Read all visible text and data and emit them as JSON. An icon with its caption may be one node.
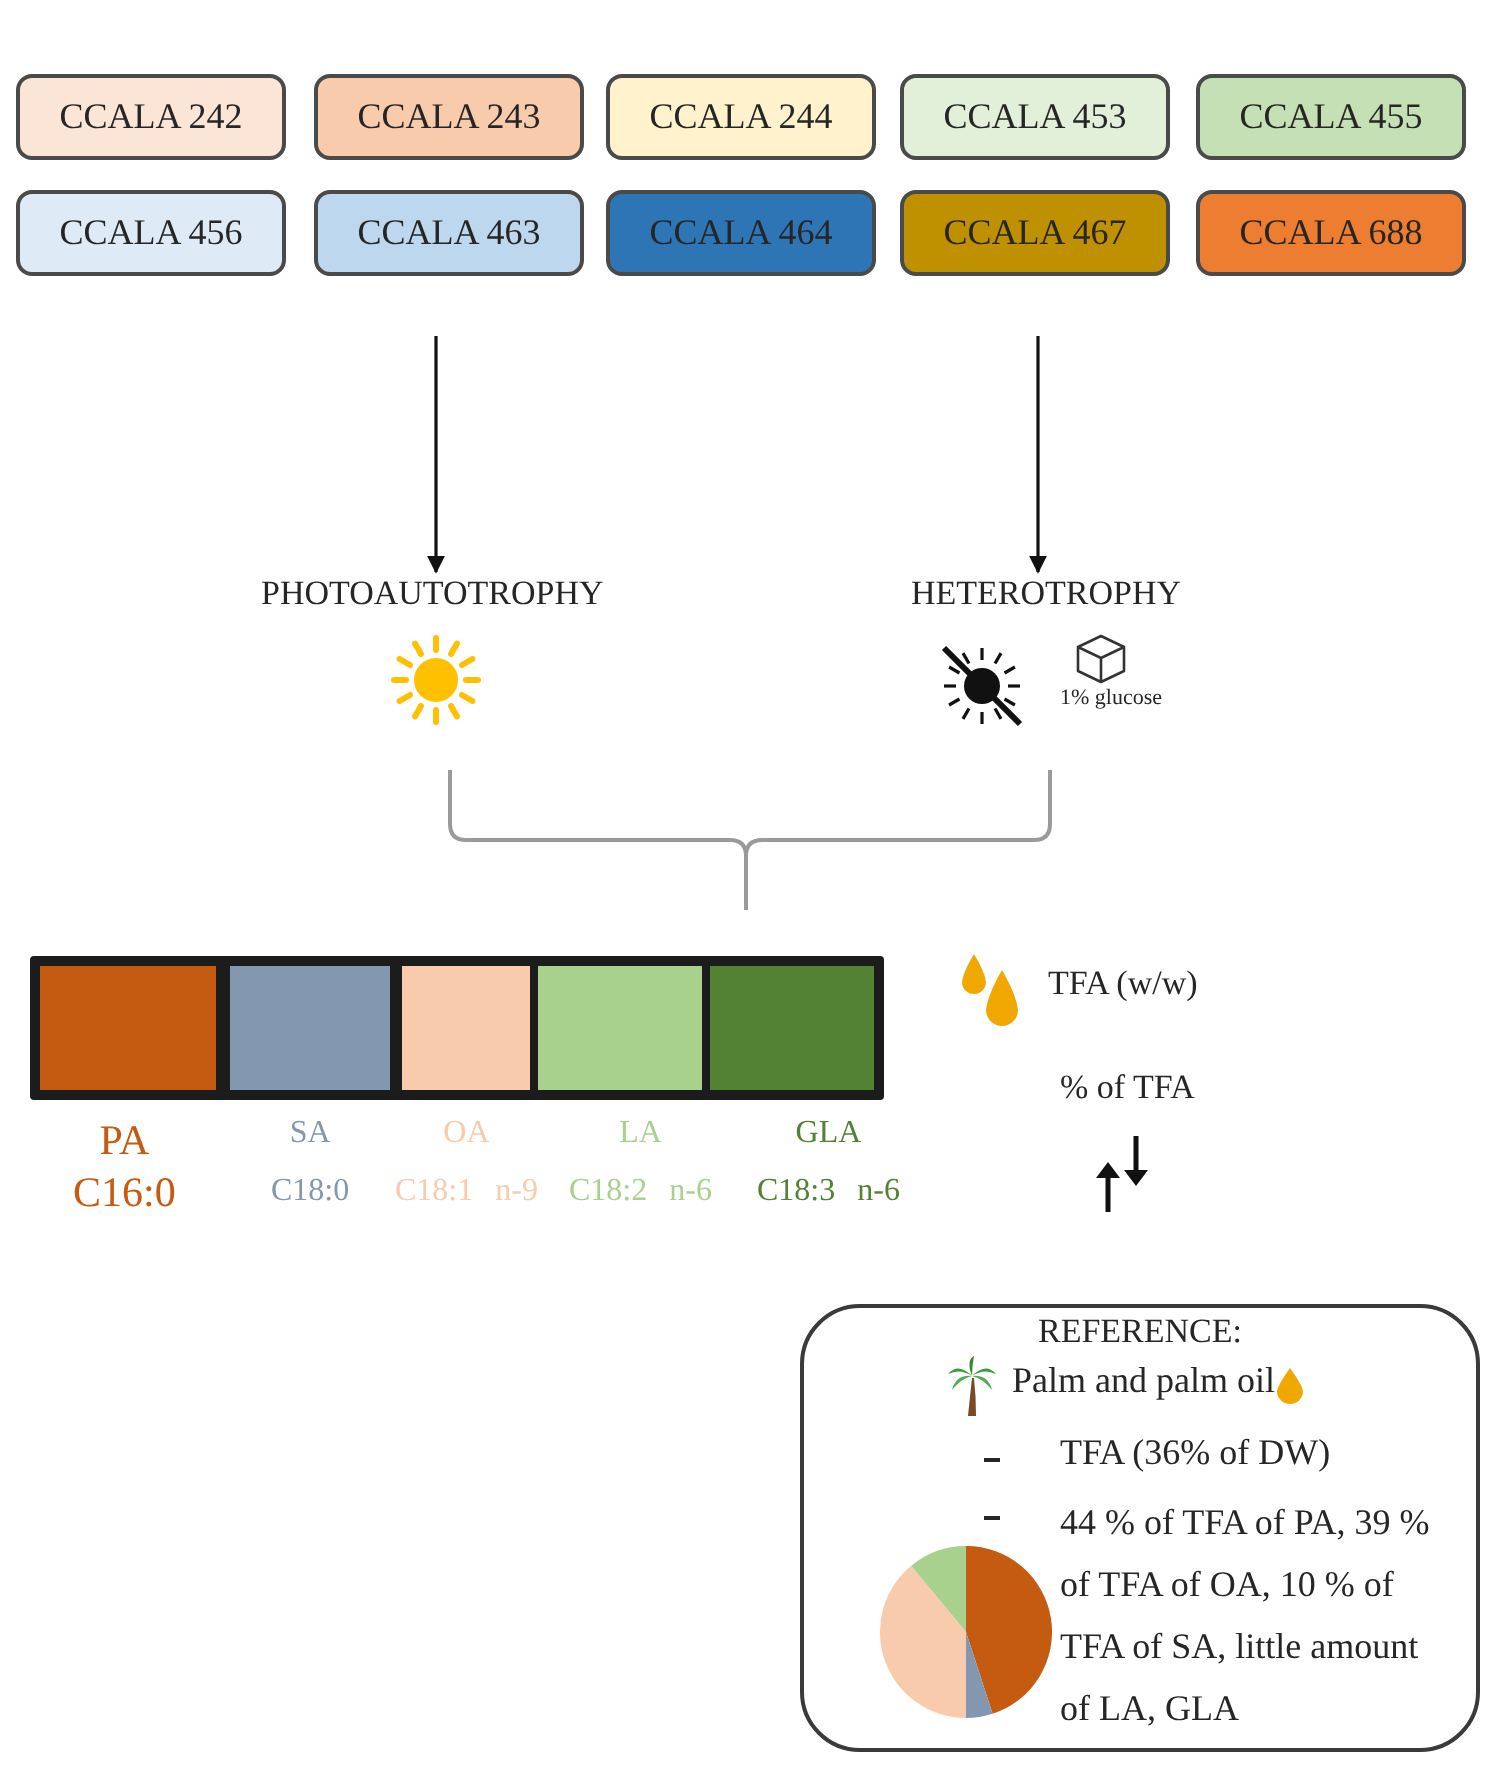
{
  "diagram": {
    "nodes": [
      {
        "text": [
          "CCALA 242"
        ]
      },
      {
        "text": [
          "CCALA 243"
        ]
      },
      {
        "text": [
          "CCALA 244"
        ]
      },
      {
        "text": [
          "CCALA 453"
        ]
      },
      {
        "text": [
          "CCALA 455"
        ]
      },
      {
        "text": [
          "CCALA 456"
        ]
      },
      {
        "text": [
          "CCALA 463"
        ]
      },
      {
        "text": [
          "CCALA 464"
        ]
      },
      {
        "text": [
          "CCALA 467"
        ]
      },
      {
        "text": [
          "CCALA 688"
        ]
      },
      {
        "text": [
          "PHOTOAUTOTROPHY"
        ]
      },
      {
        "text": [
          "HETEROTROPHY"
        ]
      },
      {
        "text": [
          "REFERENCE:",
          "Palm and palm oil",
          "TFA (36% of DW)",
          "44 % of TFA of PA, 39 % of TFA of OA, 10 % of TFA of SA, little amount of LA, GLA"
        ]
      }
    ],
    "edges": [
      {
        "from": null,
        "to": 10,
        "arrow": "to"
      },
      {
        "from": null,
        "to": 11,
        "arrow": "to"
      }
    ],
    "labels": [
      "1% glucose",
      "TFA (w/w)",
      "% of TFA"
    ],
    "legend": [
      {
        "text": "PA C16:0",
        "color": "#c55a11"
      },
      {
        "text": "SA C18:0",
        "color": "#8497b0"
      },
      {
        "text": "OA C18:1 n-9",
        "color": "#f8cbad"
      },
      {
        "text": "LA C18:2 n-6",
        "color": "#a9d18e"
      },
      {
        "text": "GLA C18:3 n-6",
        "color": "#548235"
      }
    ]
  }
}
